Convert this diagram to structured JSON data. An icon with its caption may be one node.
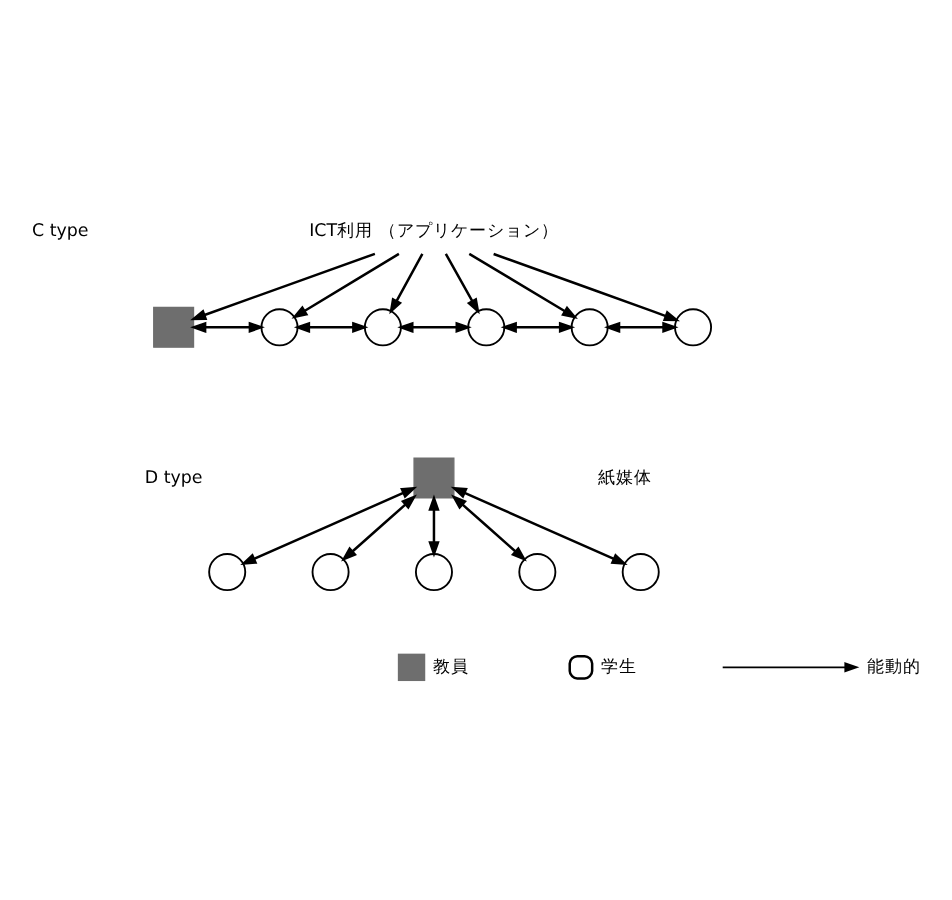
{
  "diagram": {
    "nodes": [
      {
        "text": [
          "ICT利用 （アプリケーション）"
        ]
      },
      {
        "text": [],
        "shape": "box"
      },
      {
        "text": [],
        "shape": "circle"
      },
      {
        "text": [],
        "shape": "circle"
      },
      {
        "text": [],
        "shape": "circle"
      },
      {
        "text": [],
        "shape": "circle"
      },
      {
        "text": [],
        "shape": "circle"
      },
      {
        "text": [],
        "shape": "box"
      },
      {
        "text": [],
        "shape": "circle"
      },
      {
        "text": [],
        "shape": "circle"
      },
      {
        "text": [],
        "shape": "circle"
      },
      {
        "text": [],
        "shape": "circle"
      },
      {
        "text": [],
        "shape": "circle"
      }
    ],
    "edges": [
      {
        "from": 0,
        "to": 1,
        "arrow": "to"
      },
      {
        "from": 0,
        "to": 2,
        "arrow": "to"
      },
      {
        "from": 0,
        "to": 3,
        "arrow": "to"
      },
      {
        "from": 0,
        "to": 4,
        "arrow": "to"
      },
      {
        "from": 0,
        "to": 5,
        "arrow": "to"
      },
      {
        "from": 0,
        "to": 6,
        "arrow": "to"
      },
      {
        "from": 1,
        "to": 2,
        "arrow": "both"
      },
      {
        "from": 2,
        "to": 3,
        "arrow": "both"
      },
      {
        "from": 3,
        "to": 4,
        "arrow": "both"
      },
      {
        "from": 4,
        "to": 5,
        "arrow": "both"
      },
      {
        "from": 5,
        "to": 6,
        "arrow": "both"
      },
      {
        "from": 7,
        "to": 8,
        "arrow": "both"
      },
      {
        "from": 7,
        "to": 9,
        "arrow": "both"
      },
      {
        "from": 7,
        "to": 10,
        "arrow": "both"
      },
      {
        "from": 7,
        "to": 11,
        "arrow": "both"
      },
      {
        "from": 7,
        "to": 12,
        "arrow": "both"
      }
    ],
    "labels": [
      "C type",
      "D type",
      "紙媒体"
    ],
    "legend": [
      {
        "text": "教員",
        "color": "#6e6e6e"
      },
      {
        "text": "学生"
      },
      {
        "text": "能動的"
      }
    ]
  }
}
